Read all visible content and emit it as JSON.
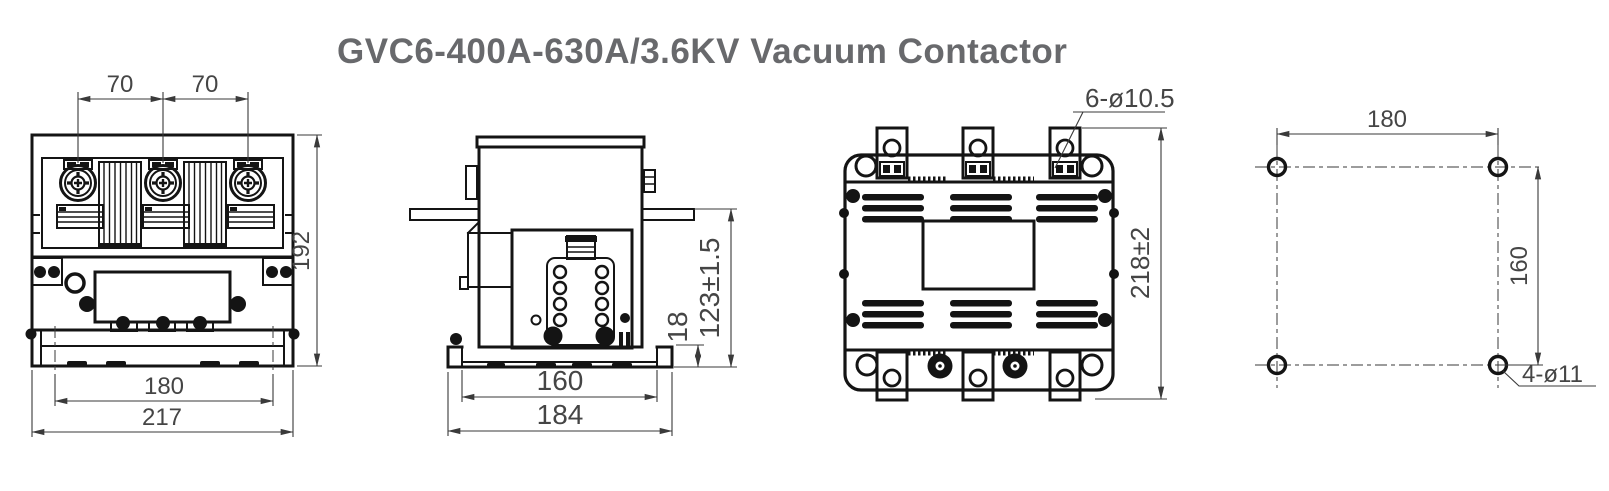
{
  "title": "GVC6-400A-630A/3.6KV Vacuum Contactor",
  "drawing_type": "dimensional outline drawing",
  "views": {
    "front": {
      "pole_pitch_left": "70",
      "pole_pitch_right": "70",
      "overall_height": "192",
      "mounting_width": "180",
      "overall_width": "217"
    },
    "side": {
      "upper_height": "123±1.5",
      "base_height": "18",
      "mounting_depth": "160",
      "overall_depth": "184"
    },
    "rear": {
      "terminal_holes_note": "6-ø10.5",
      "overall_height": "218±2"
    },
    "mounting_plan": {
      "hole_pitch_width": "180",
      "hole_pitch_height": "160",
      "holes_note": "4-ø11"
    }
  },
  "colors": {
    "background": "#ffffff",
    "object_line": "#141414",
    "dimension_line": "#3a3a3a",
    "dimension_text": "#454545",
    "title_text": "#68696c"
  }
}
